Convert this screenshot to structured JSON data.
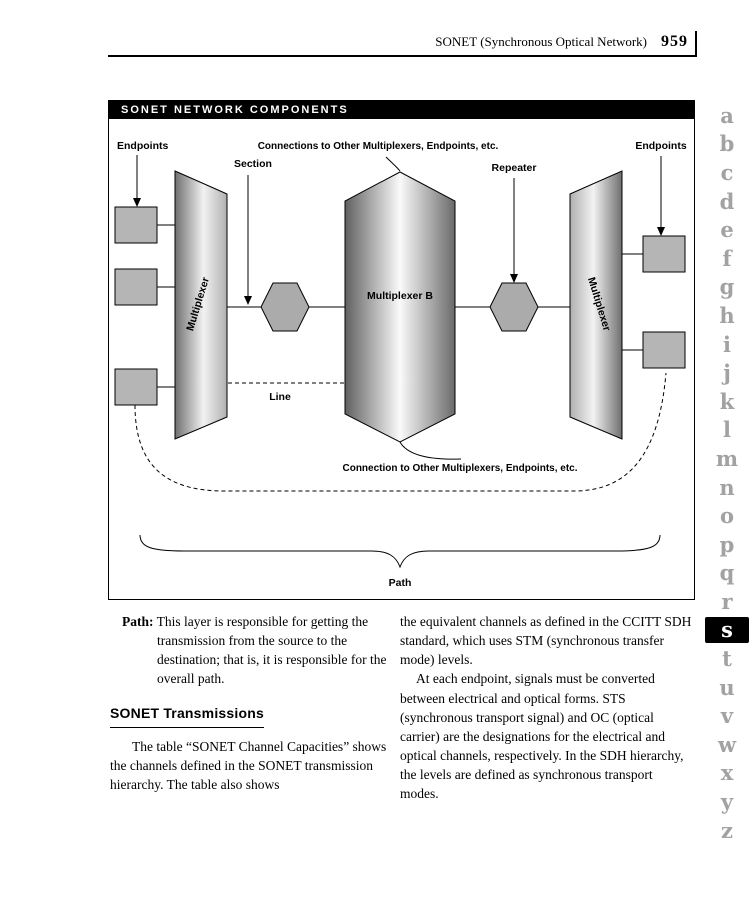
{
  "header": {
    "title": "SONET (Synchronous Optical Network)",
    "page_number": "959"
  },
  "figure": {
    "title": "SONET NETWORK COMPONENTS",
    "labels": {
      "endpoints_left": "Endpoints",
      "endpoints_right": "Endpoints",
      "section": "Section",
      "connections_top": "Connections to Other Multiplexers, Endpoints, etc.",
      "repeater": "Repeater",
      "multiplexer_left": "Multiplexer",
      "multiplexer_b": "Multiplexer B",
      "multiplexer_right": "Multiplexer",
      "line": "Line",
      "connection_bottom": "Connection to Other Multiplexers, Endpoints, etc.",
      "path": "Path"
    }
  },
  "text": {
    "path_term": "Path:",
    "path_body": "This layer is responsible for getting the transmission from the source to the destination; that is, it is responsible for the overall path.",
    "heading": "SONET Transmissions",
    "col1_p1": "The table “SONET Channel Capacities” shows the channels defined in the SONET transmission hierarchy. The table also shows",
    "col2_p1": "the equivalent channels as defined in the CCITT SDH standard, which uses STM (synchronous transfer mode) levels.",
    "col2_p2": "At each endpoint, signals must be converted between electrical and optical forms. STS (synchronous transport signal) and OC (optical carrier) are the designations for the electrical and optical channels, respectively. In the SDH hierarchy, the levels are defined as synchronous transport modes."
  },
  "alphabet": {
    "letters": [
      "a",
      "b",
      "c",
      "d",
      "e",
      "f",
      "g",
      "h",
      "i",
      "j",
      "k",
      "l",
      "m",
      "n",
      "o",
      "p",
      "q",
      "r",
      "s",
      "t",
      "u",
      "v",
      "w",
      "x",
      "y",
      "z"
    ],
    "active": "s"
  }
}
